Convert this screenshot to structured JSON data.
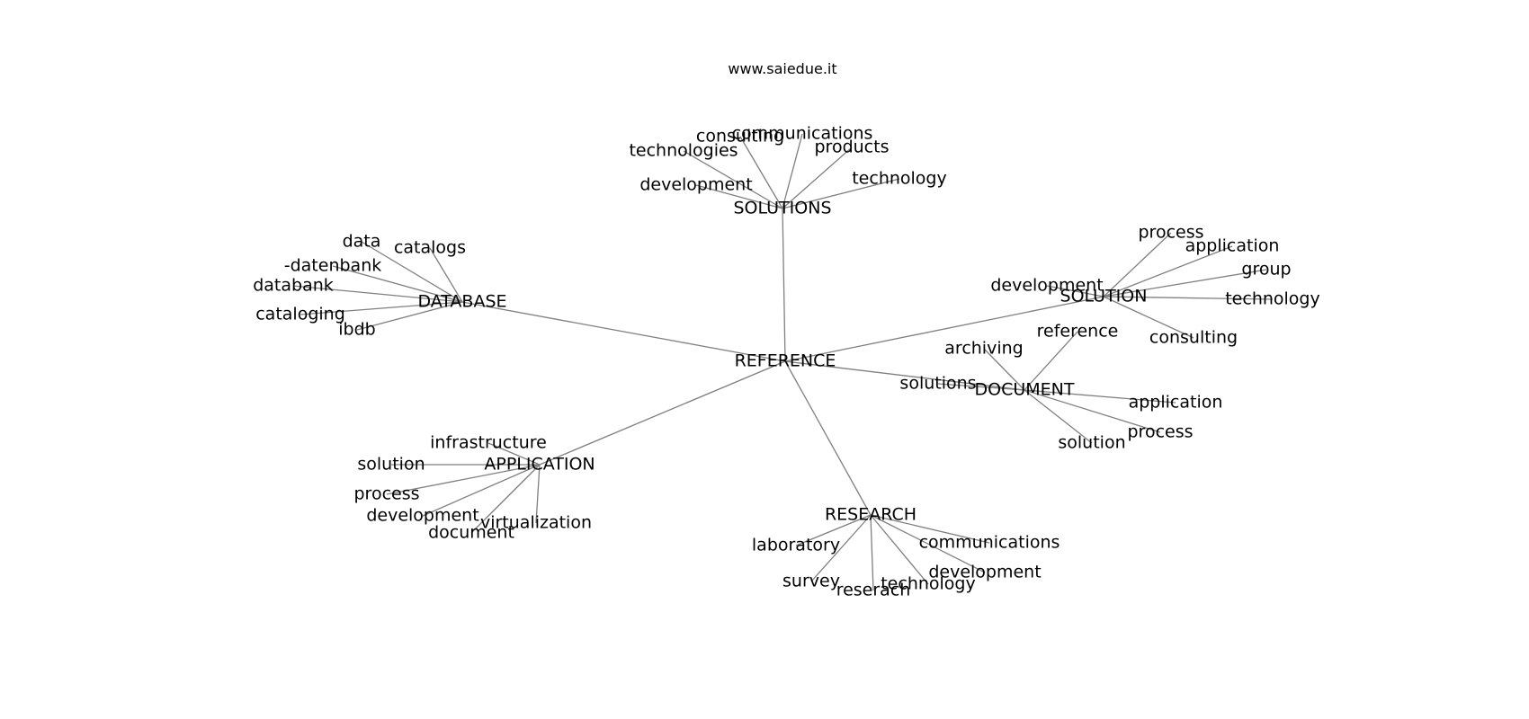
{
  "header": {
    "site": "www.saiedue.it"
  },
  "colors": {
    "edge": "#7f7f7f",
    "text": "#000000",
    "background": "#ffffff"
  },
  "graph": {
    "root": "REFERENCE",
    "hubs": [
      {
        "label": "SOLUTIONS",
        "leaves": [
          "communications",
          "consulting",
          "technologies",
          "products",
          "development",
          "technology"
        ]
      },
      {
        "label": "DATABASE",
        "leaves": [
          "data",
          "catalogs",
          "-datenbank",
          "databank",
          "cataloging",
          "ibdb"
        ]
      },
      {
        "label": "SOLUTION",
        "leaves": [
          "process",
          "application",
          "group",
          "development",
          "technology",
          "consulting"
        ]
      },
      {
        "label": "DOCUMENT",
        "leaves": [
          "reference",
          "archiving",
          "solutions",
          "application",
          "process",
          "solution"
        ]
      },
      {
        "label": "APPLICATION",
        "leaves": [
          "infrastructure",
          "solution",
          "process",
          "development",
          "virtualization",
          "document"
        ]
      },
      {
        "label": "RESEARCH",
        "leaves": [
          "laboratory",
          "communications",
          "development",
          "survey",
          "technology",
          "reserach"
        ]
      }
    ]
  }
}
